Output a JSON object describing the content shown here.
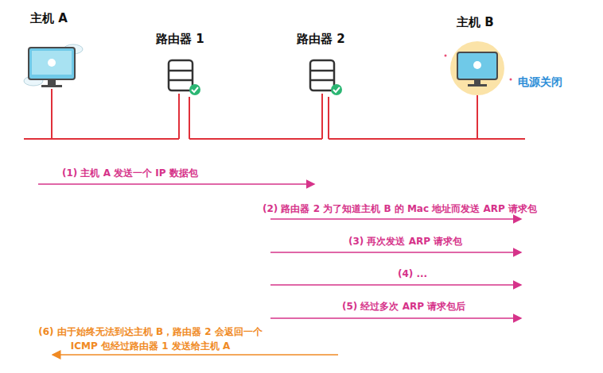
{
  "diagram": {
    "nodes": [
      {
        "text": [
          "主机 A"
        ]
      },
      {
        "text": [
          "路由器 1"
        ]
      },
      {
        "text": [
          "路由器 2"
        ]
      },
      {
        "text": [
          "主机 B"
        ]
      }
    ],
    "labels": [
      "电源关闭",
      "(1) 主机 A 发送一个 IP 数据包",
      "(2) 路由器 2 为了知道主机 B 的 Mac 地址而发送 ARP 请求包",
      "(3) 再次发送 ARP 请求包",
      "(4) ...",
      "(5) 经过多次 ARP 请求包后",
      "(6) 由于始终无法到达主机 B，路由器 2 会返回一个 ICMP 包经过路由器 1 发送给主机 A"
    ]
  }
}
